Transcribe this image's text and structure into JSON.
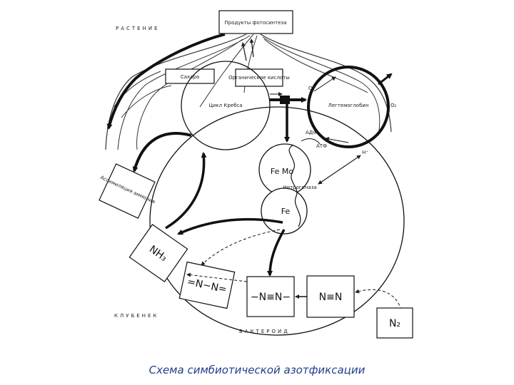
{
  "labels": {
    "plant": "РАСТЕНИЕ",
    "photosynthesis_products": "Продукты фотосинтеза",
    "sucrose": "Сахара",
    "organic_acids": "Органические кислоты",
    "krebs_cycle": "Цикл Кребса",
    "leghemoglobin": "Легтемоглобин",
    "o2_top": "O₂",
    "o2_right": "O₂",
    "adp": "АДФ",
    "atp": "АТФ",
    "h_plus": "H⁺",
    "femo": "Fe Mo",
    "dinitrogenase": "Нитрогеназа",
    "fe": "Fe",
    "ammonium_assimilation": "Ассимиляция аммония",
    "nh3": "NH₃",
    "nn_intermediate": "=N−N=",
    "nn_bound": "−N≡N−",
    "nn_free": "N≡N",
    "n2": "N₂",
    "nodule": "КЛУБЕНЕК",
    "bacteroid": "БАКТЕРОИД"
  },
  "caption": "Схема симбиотической азотфиксации"
}
